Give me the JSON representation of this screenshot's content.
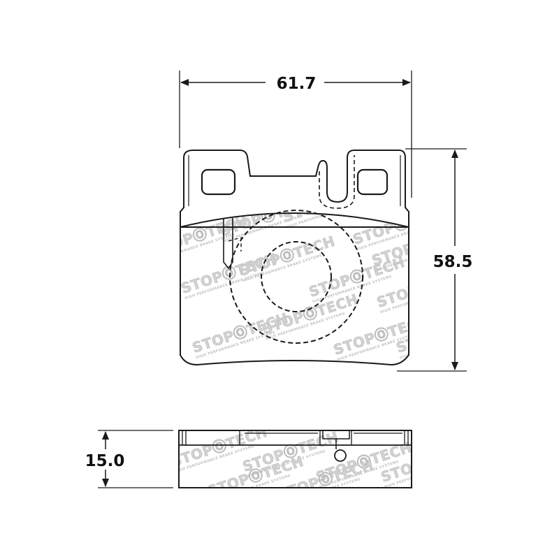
{
  "dimensions": {
    "width": "61.7",
    "height": "58.5",
    "thickness": "15.0"
  },
  "watermark": {
    "brand": "STOPⓄTECH",
    "tagline": "HIGH PERFORMANCE BRAKE SYSTEMS"
  },
  "colors": {
    "line": "#1a1a1a",
    "watermark": "#d2d2d2"
  }
}
